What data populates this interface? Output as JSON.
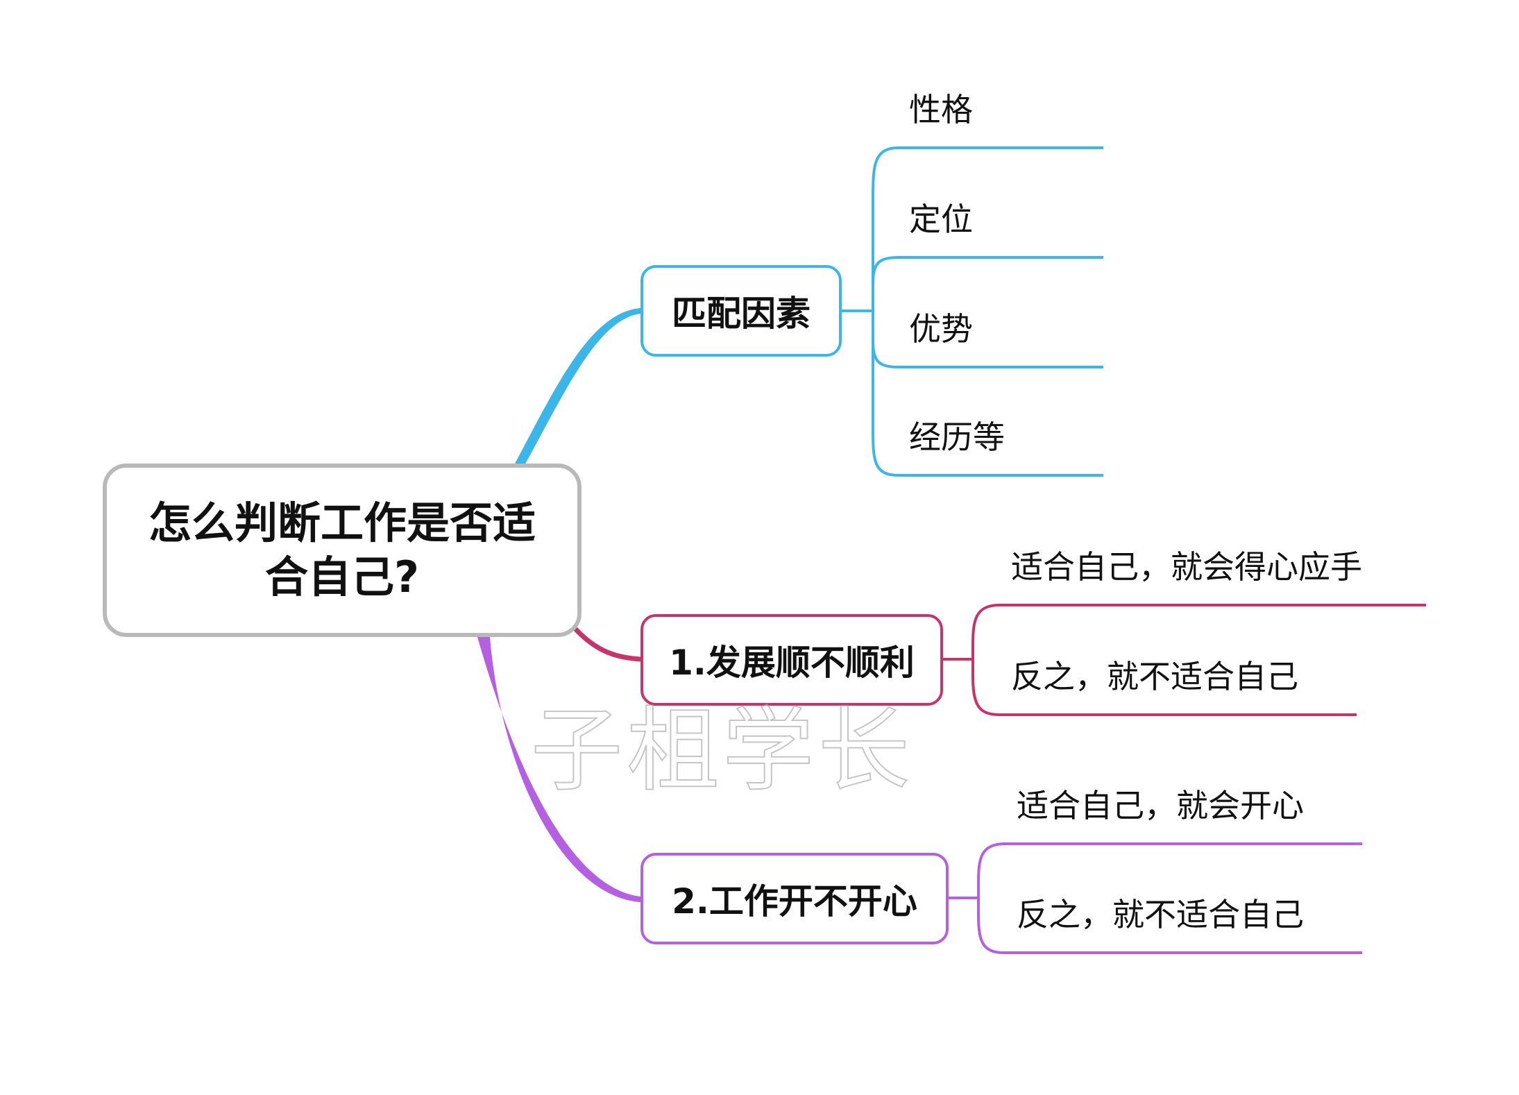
{
  "title": "怎么判断工作是否适合自己?",
  "branches": [
    {
      "label": "匹配因素",
      "color": "#3bb6e8",
      "children": [
        "性格",
        "定位",
        "优势",
        "经历等"
      ]
    },
    {
      "label": "1.发展顺不顺利",
      "color": "#c8336a",
      "children": [
        "适合自己，就会得心应手",
        "反之，就不适合自己"
      ]
    },
    {
      "label": "2.工作开不开心",
      "color": "#b460e0",
      "children": [
        "适合自己，就会开心",
        "反之，就不适合自己"
      ]
    }
  ],
  "watermark": "子柤学长",
  "root_border_color": "#b9b9b9"
}
